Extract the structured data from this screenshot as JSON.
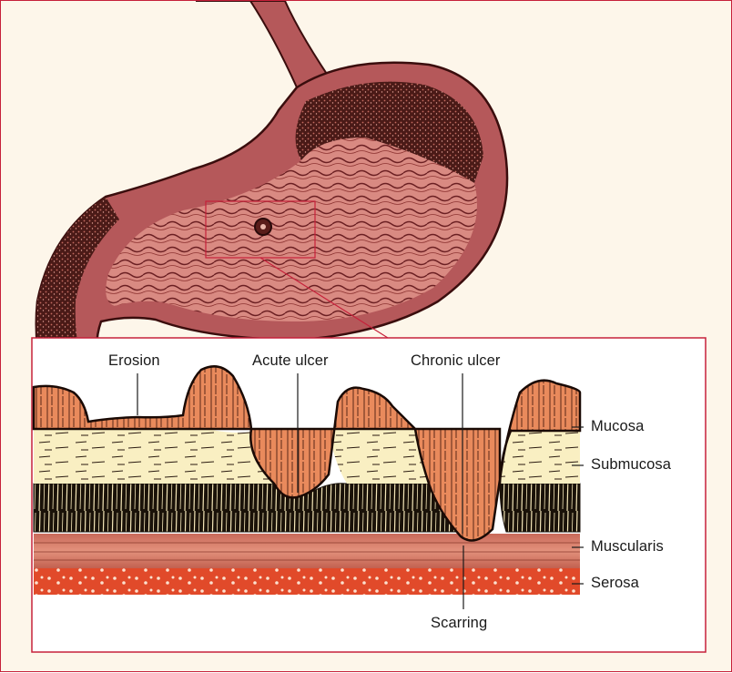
{
  "labels": {
    "erosion": "Erosion",
    "acute_ulcer": "Acute ulcer",
    "chronic_ulcer": "Chronic ulcer",
    "mucosa": "Mucosa",
    "submucosa": "Submucosa",
    "muscularis": "Muscularis",
    "serosa": "Serosa",
    "scarring": "Scarring"
  },
  "colors": {
    "frame_border": "#c6203a",
    "background": "#fdf6ea",
    "stomach_wall": "#b5585a",
    "mucosa": "#e98a5c",
    "submucosa": "#f9efc2",
    "muscle": "#1a1209",
    "muscularis": "#d77a64",
    "serosa": "#e14a2a"
  }
}
